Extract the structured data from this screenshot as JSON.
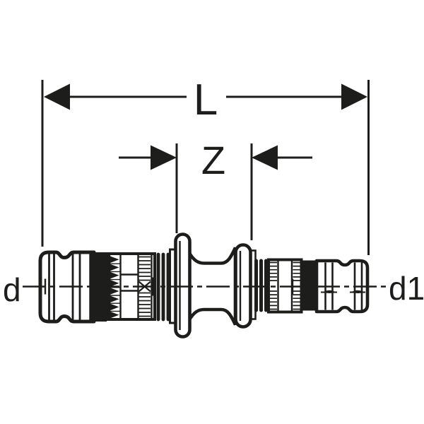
{
  "diagram": {
    "labels": {
      "total_length": "L",
      "z_dimension": "Z",
      "diameter_left": "d",
      "diameter_right": "d1"
    },
    "colors": {
      "line": "#1d1d1b",
      "background": "#ffffff"
    }
  }
}
